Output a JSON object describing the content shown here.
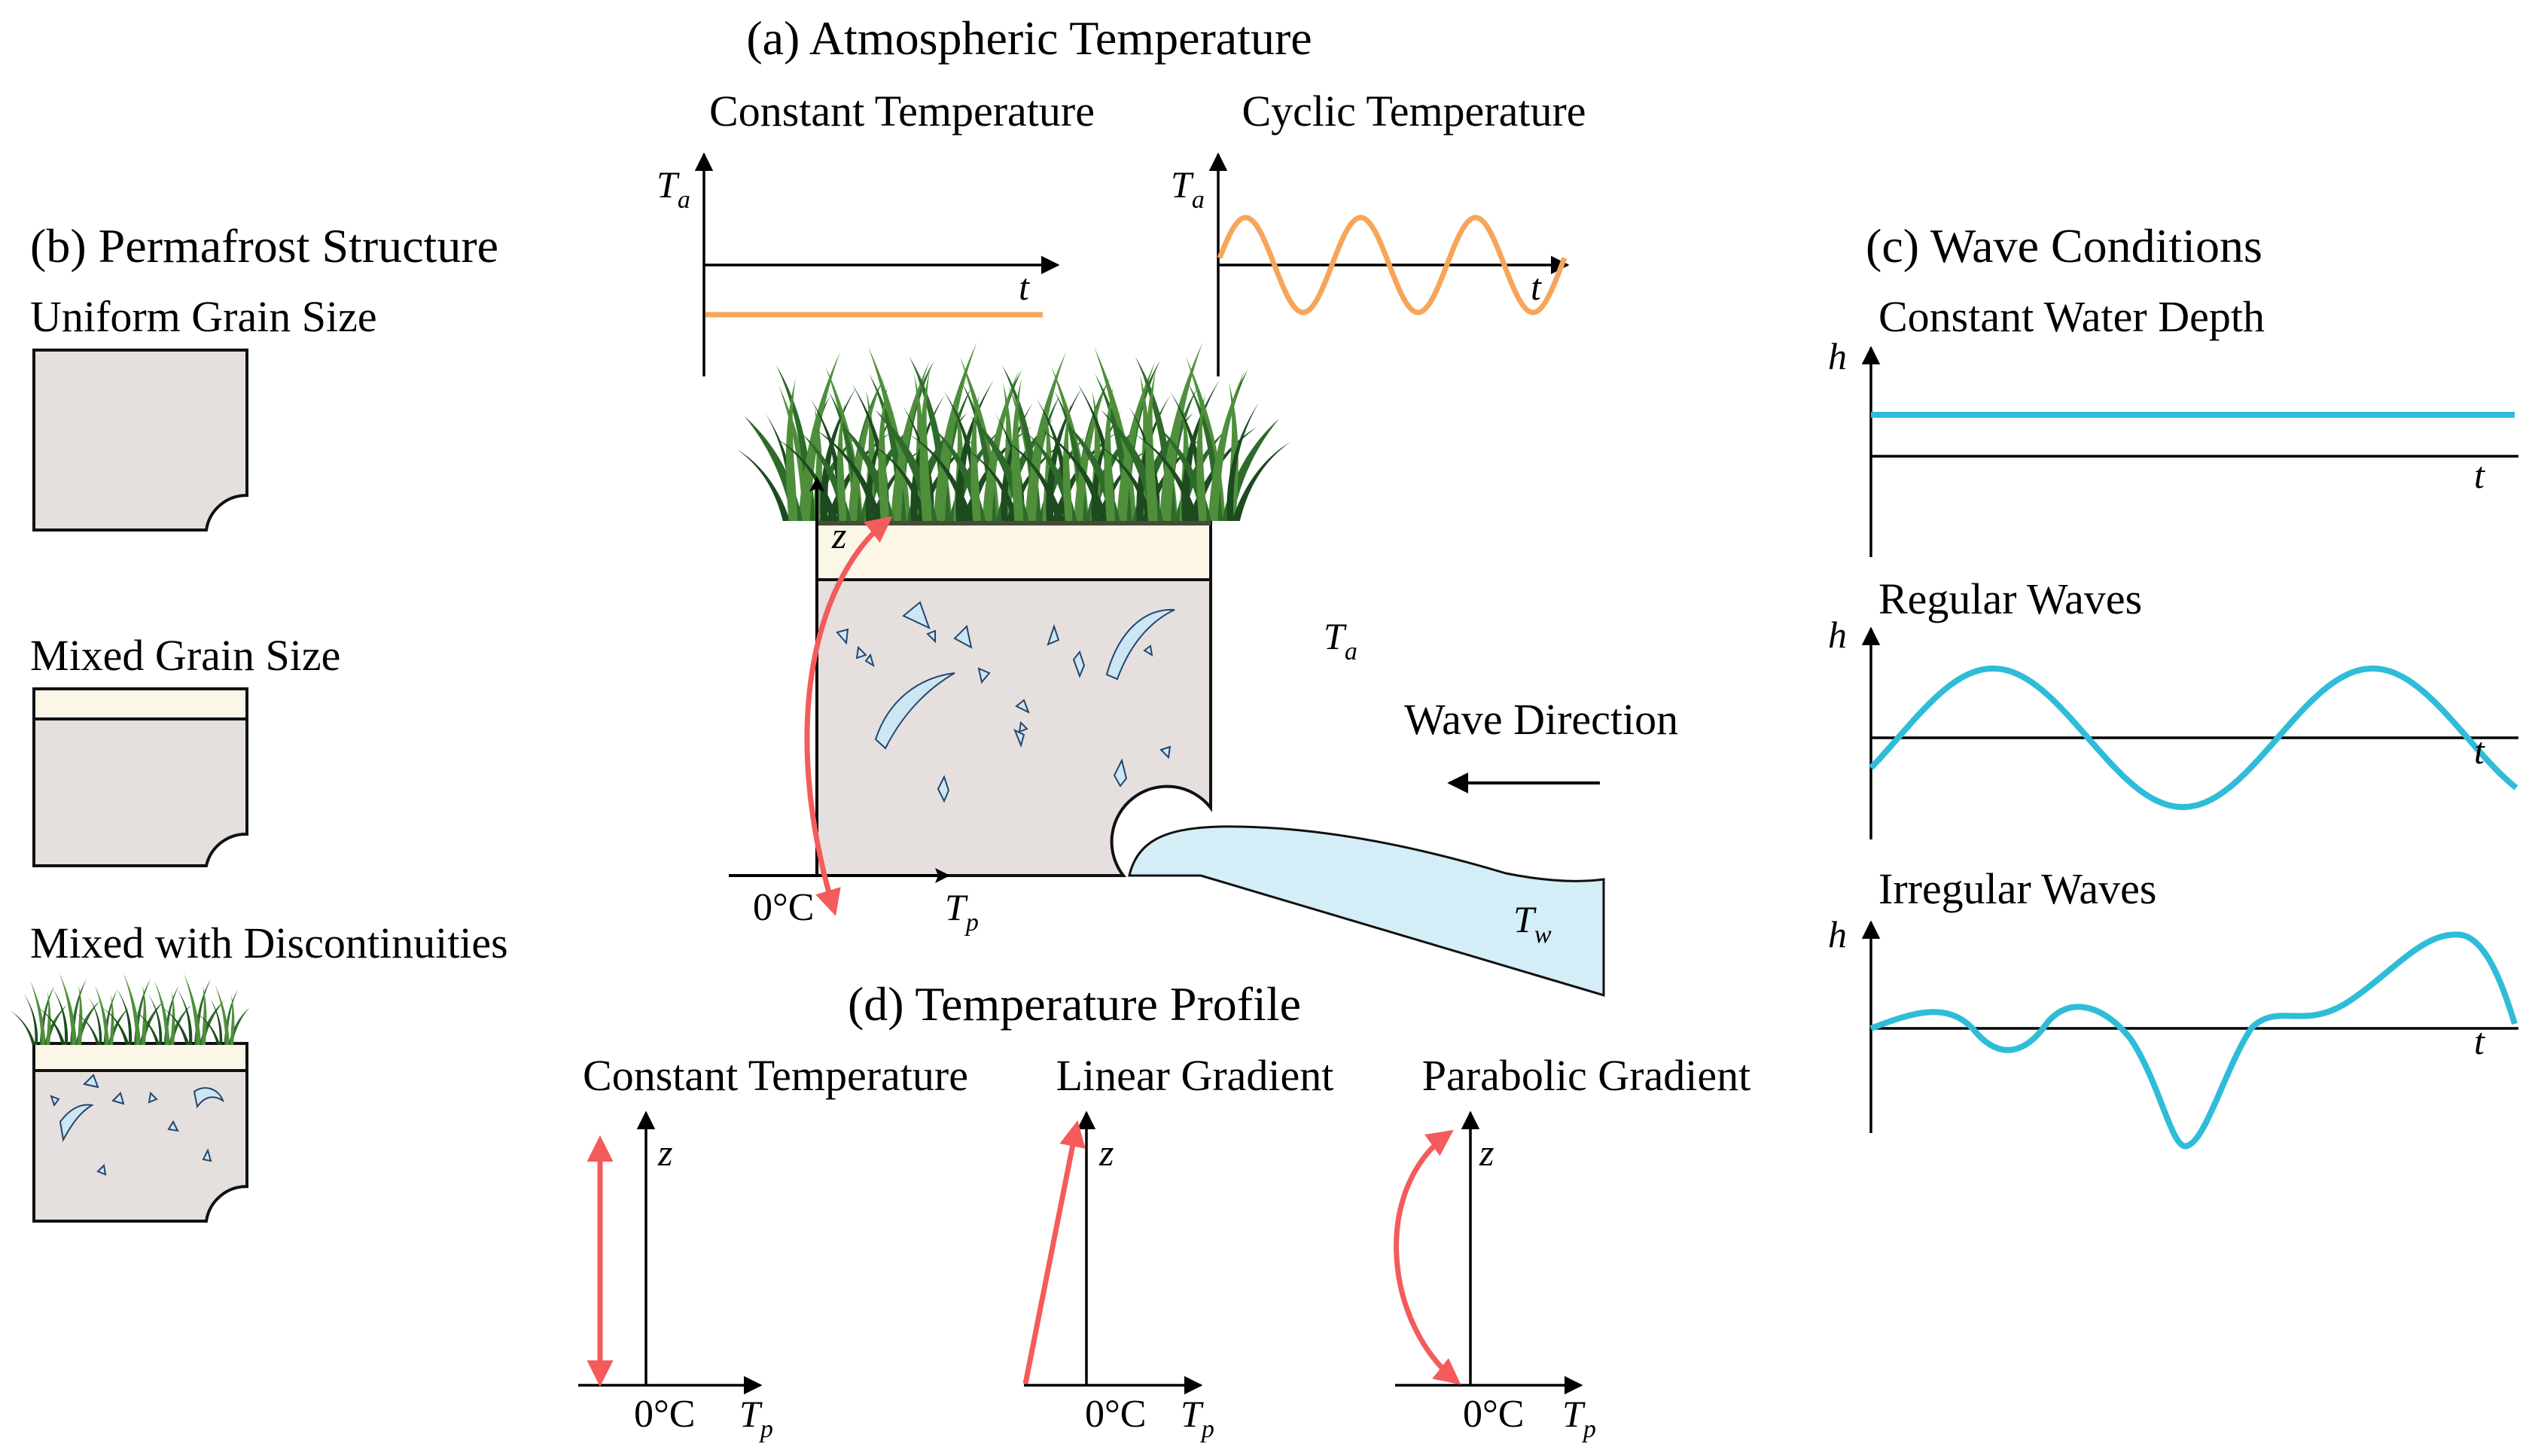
{
  "panels": {
    "a": {
      "title": "(a) Atmospheric Temperature",
      "sub_constant": "Constant Temperature",
      "sub_cyclic": "Cyclic Temperature",
      "y_var": "T",
      "y_sub": "a",
      "x_var": "t"
    },
    "b": {
      "title": "(b) Permafrost Structure",
      "labels": [
        "Uniform Grain Size",
        "Mixed Grain Size",
        "Mixed with Discontinuities"
      ]
    },
    "c": {
      "title": "(c) Wave Conditions",
      "labels": [
        "Constant Water Depth",
        "Regular Waves",
        "Irregular Waves"
      ],
      "y_var": "h",
      "x_var": "t"
    },
    "d": {
      "title": "(d) Temperature Profile",
      "labels": [
        "Constant Temperature",
        "Linear Gradient",
        "Parabolic Gradient"
      ],
      "y_var": "z",
      "x_var": "T",
      "x_sub": "p",
      "zero_label": "0°C"
    }
  },
  "center": {
    "z_label": "z",
    "ta_var": "T",
    "ta_sub": "a",
    "tp_var": "T",
    "tp_sub": "p",
    "tw_var": "T",
    "tw_sub": "w",
    "zero_label": "0°C",
    "wave_direction": "Wave Direction"
  },
  "colors": {
    "atmospheric_curve": "#f7a55a",
    "wave_curve": "#2fbcd8",
    "temperature_arrow": "#f45b5b",
    "permafrost_soil": "#e5e0de",
    "active_layer": "#fbf6e6",
    "water": "#d4eef7",
    "grass": "#2e6b2b"
  }
}
